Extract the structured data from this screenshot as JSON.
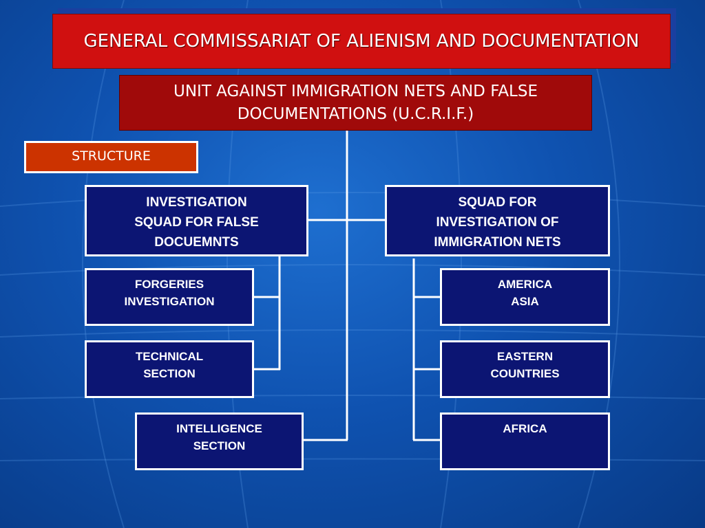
{
  "slide": {
    "title": "GENERAL COMMISSARIAT OF ALIENISM AND DOCUMENTATION",
    "unit": "UNIT AGAINST IMMIGRATION NETS AND FALSE DOCUMENTATIONS (U.C.R.I.F.)",
    "structure_label": "STRUCTURE"
  },
  "left_branch": {
    "head": "INVESTIGATION\nSQUAD FOR FALSE\nDOCUEMNTS",
    "children": [
      "FORGERIES\nINVESTIGATION",
      "TECHNICAL\nSECTION"
    ],
    "intelligence": "INTELLIGENCE\nSECTION"
  },
  "right_branch": {
    "head": "SQUAD FOR\nINVESTIGATION OF\nIMMIGRATION NETS",
    "children": [
      "AMERICA\nASIA",
      "EASTERN\nCOUNTRIES",
      "AFRICA"
    ]
  },
  "colors": {
    "title_red": "#d01010",
    "unit_red": "#a00a0a",
    "structure_orange": "#cc3300",
    "node_navy": "#0c1573",
    "background_blue": "#0f52b0"
  }
}
